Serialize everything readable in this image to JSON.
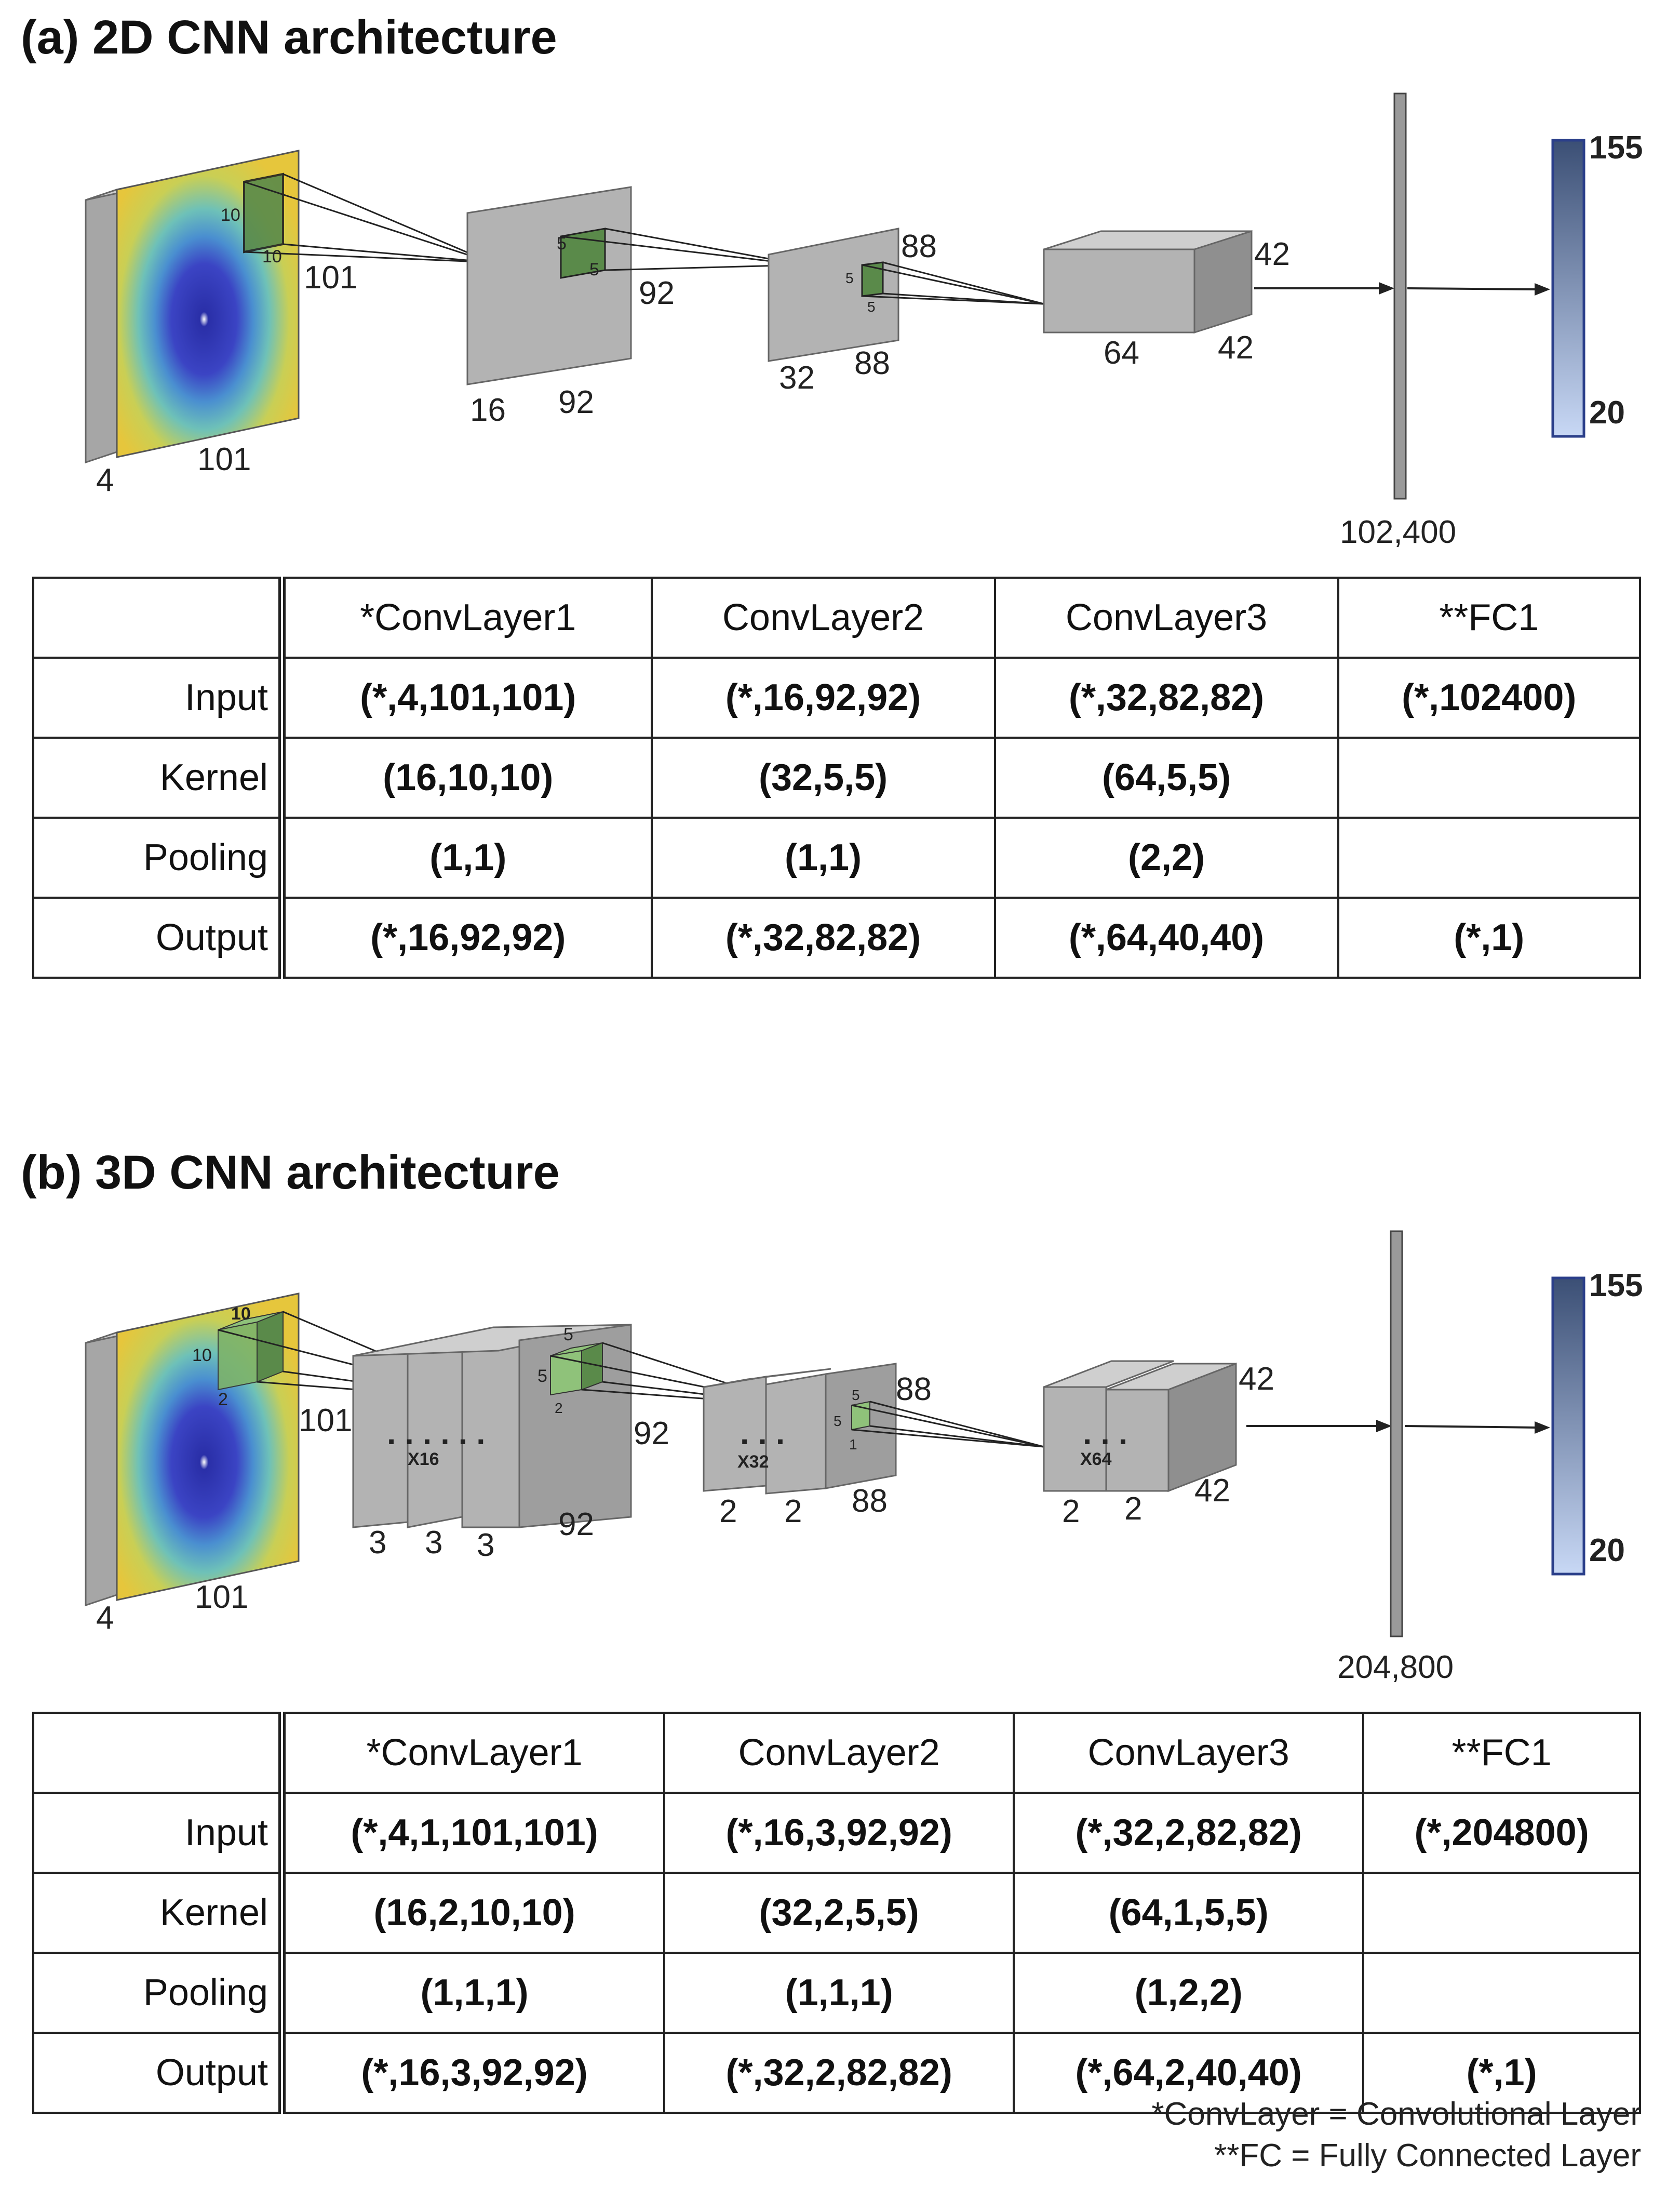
{
  "panel_a": {
    "title": "(a) 2D CNN architecture",
    "diagram": {
      "input": {
        "depth": "4",
        "width": "101",
        "height": "101",
        "k1": "10",
        "k2": "10"
      },
      "conv1": {
        "depth": "16",
        "width": "92",
        "height": "92",
        "k1": "5",
        "k2": "5"
      },
      "conv2": {
        "depth": "32",
        "width": "88",
        "height": "88",
        "k1": "5",
        "k2": "5"
      },
      "conv3": {
        "depth": "64",
        "width": "42",
        "height": "42"
      },
      "fc_size": "102,400",
      "out_max": "155",
      "out_min": "20"
    },
    "table": {
      "columns": [
        "*ConvLayer1",
        "ConvLayer2",
        "ConvLayer3",
        "**FC1"
      ],
      "rows": [
        {
          "label": "Input",
          "values": [
            "(*,4,101,101)",
            "(*,16,92,92)",
            "(*,32,82,82)",
            "(*,102400)"
          ]
        },
        {
          "label": "Kernel",
          "values": [
            "(16,10,10)",
            "(32,5,5)",
            "(64,5,5)",
            ""
          ]
        },
        {
          "label": "Pooling",
          "values": [
            "(1,1)",
            "(1,1)",
            "(2,2)",
            ""
          ]
        },
        {
          "label": "Output",
          "values": [
            "(*,16,92,92)",
            "(*,32,82,82)",
            "(*,64,40,40)",
            "(*,1)"
          ]
        }
      ]
    }
  },
  "panel_b": {
    "title": "(b) 3D CNN architecture",
    "diagram": {
      "input": {
        "depth": "4",
        "width": "101",
        "height": "101",
        "k1": "10",
        "k2": "10",
        "k3": "2"
      },
      "conv1": {
        "multiplier": "X16",
        "d1": "3",
        "d2": "3",
        "d3": "3",
        "width": "92",
        "height": "92",
        "k1": "5",
        "k2": "5",
        "k3": "2",
        "dots": ". . . . . ."
      },
      "conv2": {
        "multiplier": "X32",
        "d1": "2",
        "d2": "2",
        "width": "88",
        "height": "88",
        "k1": "5",
        "k2": "5",
        "k3": "1",
        "dots": ". . ."
      },
      "conv3": {
        "multiplier": "X64",
        "d1": "2",
        "d2": "2",
        "width": "42",
        "height": "42",
        "dots": ". . ."
      },
      "fc_size": "204,800",
      "out_max": "155",
      "out_min": "20"
    },
    "table": {
      "columns": [
        "*ConvLayer1",
        "ConvLayer2",
        "ConvLayer3",
        "**FC1"
      ],
      "rows": [
        {
          "label": "Input",
          "values": [
            "(*,4,1,101,101)",
            "(*,16,3,92,92)",
            "(*,32,2,82,82)",
            "(*,204800)"
          ]
        },
        {
          "label": "Kernel",
          "values": [
            "(16,2,10,10)",
            "(32,2,5,5)",
            "(64,1,5,5)",
            ""
          ]
        },
        {
          "label": "Pooling",
          "values": [
            "(1,1,1)",
            "(1,1,1)",
            "(1,2,2)",
            ""
          ]
        },
        {
          "label": "Output",
          "values": [
            "(*,16,3,92,92)",
            "(*,32,2,82,82)",
            "(*,64,2,40,40)",
            "(*,1)"
          ]
        }
      ]
    }
  },
  "footnotes": [
    "*ConvLayer = Convolutional Layer",
    "**FC = Fully Connected Layer"
  ],
  "colors": {
    "block_front": "#b3b3b3",
    "block_top": "#cfcfcf",
    "block_side": "#8f8f8f",
    "kernel": "#5a8a4a",
    "kernel_light": "#8fc27a",
    "output_top": "#3b4f75",
    "output_bottom": "#c8d8f5"
  }
}
